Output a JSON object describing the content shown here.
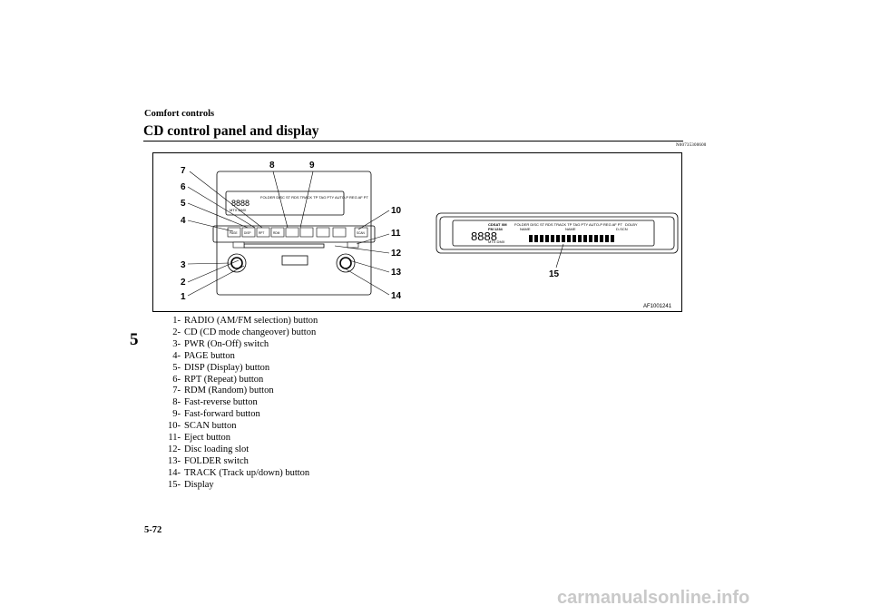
{
  "header": {
    "section": "Comfort controls",
    "title": "CD control panel and display",
    "doc_code": "N00735300600"
  },
  "chapter_tab": "5",
  "page_number": "5-72",
  "figure": {
    "code": "AF1001241",
    "callouts": [
      "1",
      "2",
      "3",
      "4",
      "5",
      "6",
      "7",
      "8",
      "9",
      "10",
      "11",
      "12",
      "13",
      "14",
      "15"
    ],
    "display_text": {
      "segments": "8888",
      "row1": "CDSAT XM",
      "row1b": "FM 1234",
      "row2": "FOLDER DISC ST RDS TRACK TP TAG PTY AUTO-P REG AF PT",
      "row3a": "NAME",
      "row3b": "NAME",
      "row3c": "D-SCN",
      "dolby": "DOLBY",
      "mode": "MTX DMX"
    },
    "panel_buttons": [
      "PAGE",
      "DISP",
      "RPT",
      "RDM",
      "SCAN"
    ]
  },
  "legend": [
    {
      "num": "1-",
      "text": "RADIO (AM/FM selection) button"
    },
    {
      "num": "2-",
      "text": "CD (CD mode changeover) button"
    },
    {
      "num": "3-",
      "text": "PWR (On-Off) switch"
    },
    {
      "num": "4-",
      "text": "PAGE button"
    },
    {
      "num": "5-",
      "text": "DISP (Display) button"
    },
    {
      "num": "6-",
      "text": "RPT (Repeat) button"
    },
    {
      "num": "7-",
      "text": "RDM (Random) button"
    },
    {
      "num": "8-",
      "text": "Fast-reverse button"
    },
    {
      "num": "9-",
      "text": "Fast-forward button"
    },
    {
      "num": "10-",
      "text": "SCAN button"
    },
    {
      "num": "11-",
      "text": "Eject button"
    },
    {
      "num": "12-",
      "text": "Disc loading slot"
    },
    {
      "num": "13-",
      "text": "FOLDER switch"
    },
    {
      "num": "14-",
      "text": "TRACK (Track up/down) button"
    },
    {
      "num": "15-",
      "text": "Display"
    }
  ],
  "footer": "carmanualsonline.info"
}
